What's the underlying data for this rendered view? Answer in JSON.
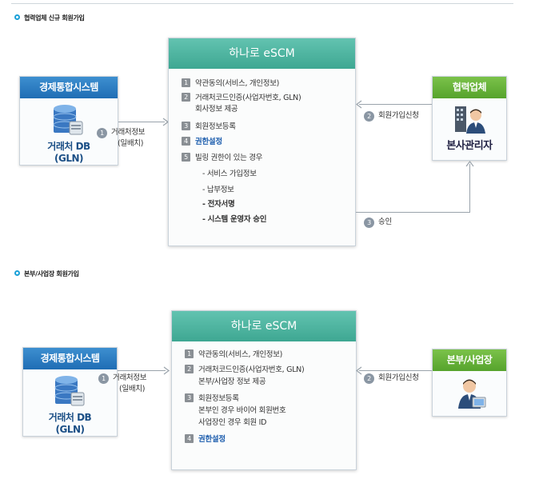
{
  "section1": {
    "title": "협력업체 신규 회원가입",
    "left_box": {
      "title": "경제통합시스템",
      "footer_line1": "거래처 DB",
      "footer_line2": "(GLN)"
    },
    "main_box": {
      "title": "하나로 eSCM",
      "items": [
        {
          "num": "1",
          "text": "약관동의(서비스, 개인정보)"
        },
        {
          "num": "2",
          "text": "거래처코드인증(사업자번호, GLN)",
          "text2": "회사정보 제공"
        },
        {
          "num": "3",
          "text": "회원정보등록"
        },
        {
          "num": "4",
          "text": "권한설정"
        },
        {
          "num": "5",
          "text": "빌링 권한이 있는 경우"
        }
      ],
      "subitems": [
        "- 서비스 가입정보",
        "- 납부정보",
        "- 전자서명",
        "- 시스템 운영자 승인"
      ]
    },
    "right_box": {
      "title": "협력업체",
      "footer": "본사관리자"
    },
    "arrow1": {
      "num": "1",
      "label": "거래처정보",
      "label2": "(일배치)"
    },
    "arrow2": {
      "num": "2",
      "label": "회원가입신청"
    },
    "arrow3": {
      "num": "3",
      "label": "승인"
    }
  },
  "section2": {
    "title": "본부/사업장 회원가입",
    "left_box": {
      "title": "경제통합시스템",
      "footer_line1": "거래처 DB",
      "footer_line2": "(GLN)"
    },
    "main_box": {
      "title": "하나로 eSCM",
      "items": [
        {
          "num": "1",
          "text": "약관동의(서비스, 개인정보)"
        },
        {
          "num": "2",
          "text": "거래처코드인증(사업자번호, GLN)",
          "text2": "본부/사업장 정보 제공"
        },
        {
          "num": "3",
          "text": "회원정보등록",
          "text2": "본부인 경우 바이어 회원번호",
          "text3": "사업장인 경우 회원 ID"
        },
        {
          "num": "4",
          "text": "권한설정"
        }
      ]
    },
    "right_box": {
      "title": "본부/사업장"
    },
    "arrow1": {
      "num": "1",
      "label": "거래처정보",
      "label2": "(일배치)"
    },
    "arrow2": {
      "num": "2",
      "label": "회원가입신청"
    }
  },
  "colors": {
    "accent_blue": "#1f6db4",
    "accent_green": "#56a32c",
    "accent_teal": "#3ea792",
    "red": "#d2232a"
  }
}
